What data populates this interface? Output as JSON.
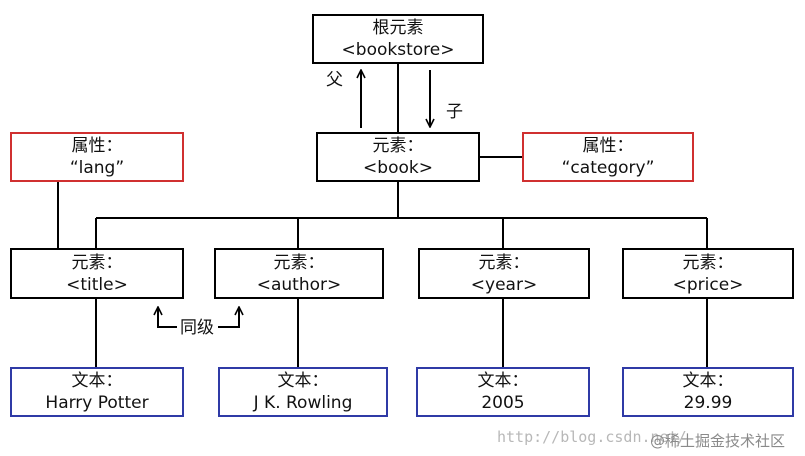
{
  "colors": {
    "element_border": "#000000",
    "attribute_border": "#d03030",
    "text_border": "#2f3aa6",
    "line": "#000000"
  },
  "root": {
    "label": "根元素",
    "tag": "<bookstore>"
  },
  "book": {
    "label": "元素：",
    "tag": "<book>"
  },
  "attributes": {
    "lang": {
      "label": "属性：",
      "value": "“lang”"
    },
    "category": {
      "label": "属性：",
      "value": "“category”"
    }
  },
  "children": [
    {
      "label": "元素：",
      "tag": "<title>"
    },
    {
      "label": "元素：",
      "tag": "<author>"
    },
    {
      "label": "元素：",
      "tag": "<year>"
    },
    {
      "label": "元素：",
      "tag": "<price>"
    }
  ],
  "texts": [
    {
      "label": "文本：",
      "value": "Harry Potter"
    },
    {
      "label": "文本：",
      "value": "J K. Rowling"
    },
    {
      "label": "文本：",
      "value": "2005"
    },
    {
      "label": "文本：",
      "value": "29.99"
    }
  ],
  "relations": {
    "parent": "父",
    "child": "子",
    "sibling": "同级"
  },
  "watermark": {
    "url": "http://blog.csdn.net/",
    "site": "@稀土掘金技术社区"
  }
}
